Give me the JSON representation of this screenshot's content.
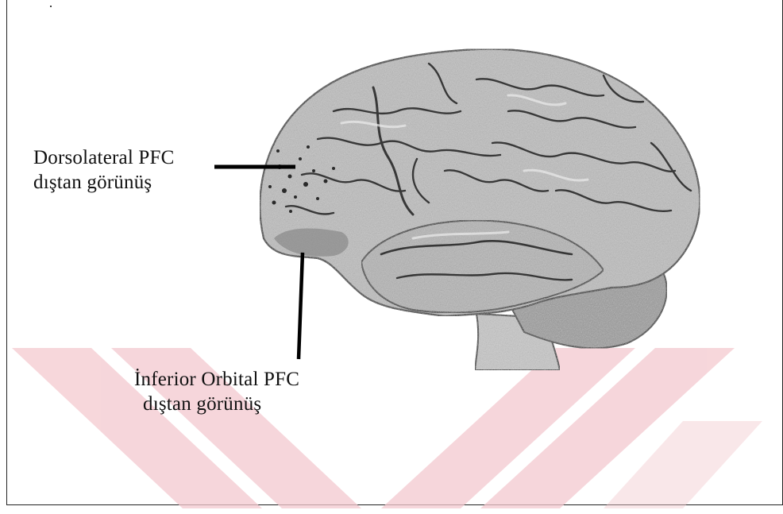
{
  "labels": {
    "dorsolateral": {
      "title": "Dorsolateral PFC",
      "subtitle": "dıştan görünüş"
    },
    "inferior_orbital": {
      "title": "İnferior Orbital PFC",
      "subtitle": "dıştan görünüş"
    }
  },
  "colors": {
    "brain_fill": "#bdbdbd",
    "brain_shadow": "#6e6e6e",
    "outline": "#1a1a1a",
    "watermark": "#f3c5cc",
    "leader_line": "#000000"
  }
}
